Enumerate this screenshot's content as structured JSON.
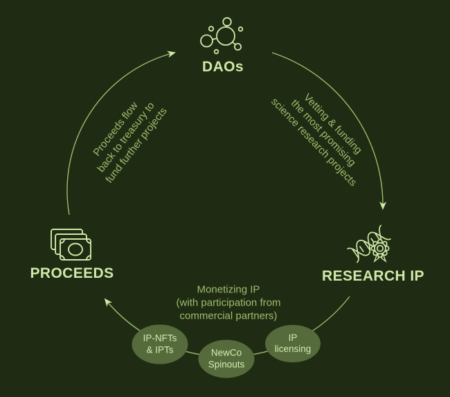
{
  "colors": {
    "background": "#1f2c13",
    "bright_green": "#cfe9a9",
    "muted_green": "#9fbc6e",
    "badge_fill": "#566b3c",
    "badge_text": "#d3ecb0"
  },
  "nodes": {
    "daos": {
      "label": "DAOs",
      "icon": "molecule-icon"
    },
    "research_ip": {
      "label": "RESEARCH IP",
      "icon": "dna-award-icon"
    },
    "proceeds": {
      "label": "PROCEEDS",
      "icon": "cash-icon"
    }
  },
  "annotations": {
    "daos_to_research": {
      "lines": [
        "Vetting & funding",
        "the most promising",
        "science research projects"
      ]
    },
    "proceeds_to_daos": {
      "lines": [
        "Proceeds flow",
        "back to treasury to",
        "fund further projects"
      ]
    },
    "research_to_proceeds": {
      "lines": [
        "Monetizing IP",
        "(with participation from",
        "commercial partners)"
      ]
    }
  },
  "badges": [
    {
      "lines": [
        "IP-NFTs",
        "& IPTs"
      ]
    },
    {
      "lines": [
        "NewCo",
        "Spinouts"
      ]
    },
    {
      "lines": [
        "IP",
        "licensing"
      ]
    }
  ]
}
